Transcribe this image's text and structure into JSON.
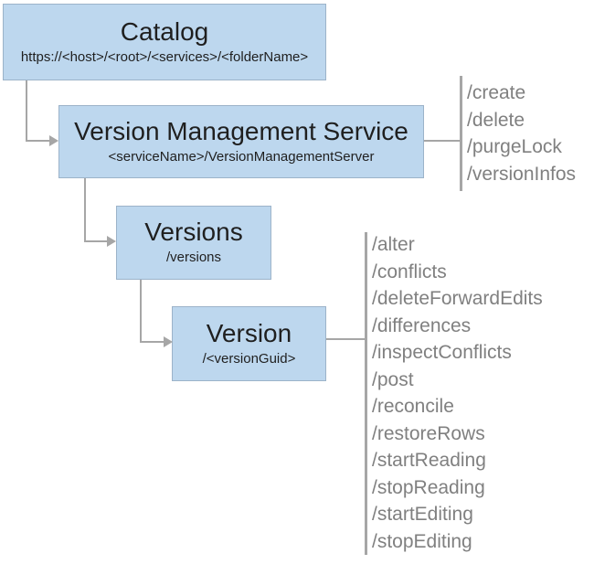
{
  "nodes": {
    "catalog": {
      "title": "Catalog",
      "subtitle": "https://<host>/<root>/<services>/<folderName>"
    },
    "version_management_service": {
      "title": "Version Management Service",
      "subtitle": "<serviceName>/VersionManagementServer"
    },
    "versions": {
      "title": "Versions",
      "subtitle": "/versions"
    },
    "version": {
      "title": "Version",
      "subtitle": "/<versionGuid>"
    }
  },
  "operations": {
    "service": {
      "items": [
        "/create",
        "/delete",
        "/purgeLock",
        "/versionInfos"
      ]
    },
    "version": {
      "items": [
        "/alter",
        "/conflicts",
        "/deleteForwardEdits",
        "/differences",
        "/inspectConflicts",
        "/post",
        "/reconcile",
        "/restoreRows",
        "/startReading",
        "/stopReading",
        "/startEditing",
        "/stopEditing"
      ]
    }
  },
  "colors": {
    "box_fill": "#bdd7ee",
    "box_border": "#9cb3c9",
    "connector": "#a6a6a6",
    "operation_text": "#808080",
    "title_text": "#1f1f1f",
    "background": "#ffffff"
  }
}
